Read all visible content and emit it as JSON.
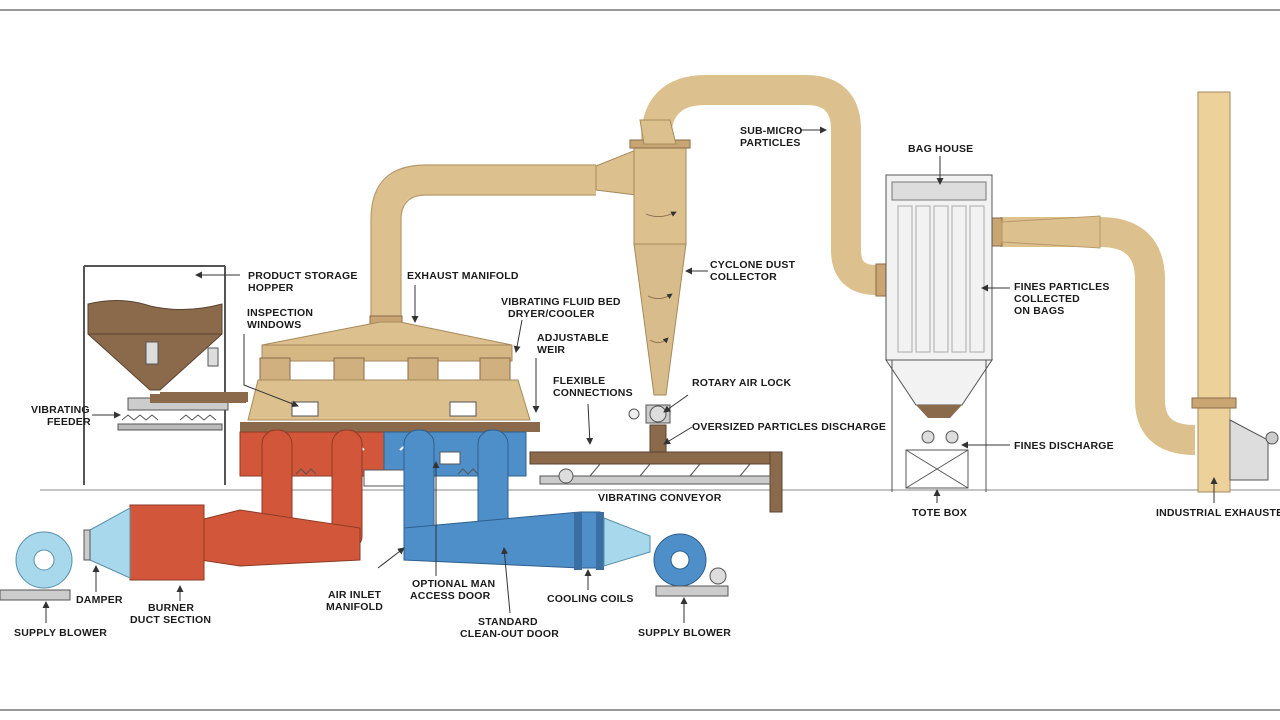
{
  "colors": {
    "duct": "#dcc08e",
    "duct_dark": "#b9996a",
    "hot": "#d2573a",
    "cool": "#4f8fc9",
    "metal": "#c9c9c9",
    "product": "#8a6a4b",
    "conveyor": "#8a6a4b",
    "frame": "#444444",
    "stack": "#ecd19b"
  },
  "labels": {
    "product_storage_hopper": [
      "PRODUCT STORAGE",
      "HOPPER"
    ],
    "exhaust_manifold": [
      "EXHAUST MANIFOLD"
    ],
    "inspection_windows": [
      "INSPECTION",
      "WINDOWS"
    ],
    "vibrating_fluid_bed": [
      "VIBRATING FLUID BED",
      "DRYER/COOLER"
    ],
    "adjustable_weir": [
      "ADJUSTABLE",
      "WEIR"
    ],
    "flexible_connections": [
      "FLEXIBLE",
      "CONNECTIONS"
    ],
    "rotary_air_lock": [
      "ROTARY AIR LOCK"
    ],
    "oversized_particles": [
      "OVERSIZED PARTICLES DISCHARGE"
    ],
    "vibrating_conveyor": [
      "VIBRATING CONVEYOR"
    ],
    "vibrating_feeder": [
      "VIBRATING",
      "FEEDER"
    ],
    "cyclone_dust_collector": [
      "CYCLONE DUST",
      "COLLECTOR"
    ],
    "sub_micro_particles": [
      "SUB-MICRO",
      "PARTICLES"
    ],
    "bag_house": [
      "BAG HOUSE"
    ],
    "fines_particles": [
      "FINES PARTICLES",
      "COLLECTED",
      "ON BAGS"
    ],
    "fines_discharge": [
      "FINES DISCHARGE"
    ],
    "tote_box": [
      "TOTE BOX"
    ],
    "industrial_exhauster": [
      "INDUSTRIAL EXHAUSTER"
    ],
    "supply_blower_left": [
      "SUPPLY BLOWER"
    ],
    "damper": [
      "DAMPER"
    ],
    "burner_duct": [
      "BURNER",
      "DUCT SECTION"
    ],
    "air_inlet_manifold": [
      "AIR INLET",
      "MANIFOLD"
    ],
    "optional_man_access": [
      "OPTIONAL MAN",
      "ACCESS DOOR"
    ],
    "standard_cleanout": [
      "STANDARD",
      "CLEAN-OUT DOOR"
    ],
    "cooling_coils": [
      "COOLING COILS"
    ],
    "supply_blower_right": [
      "SUPPLY BLOWER"
    ]
  }
}
